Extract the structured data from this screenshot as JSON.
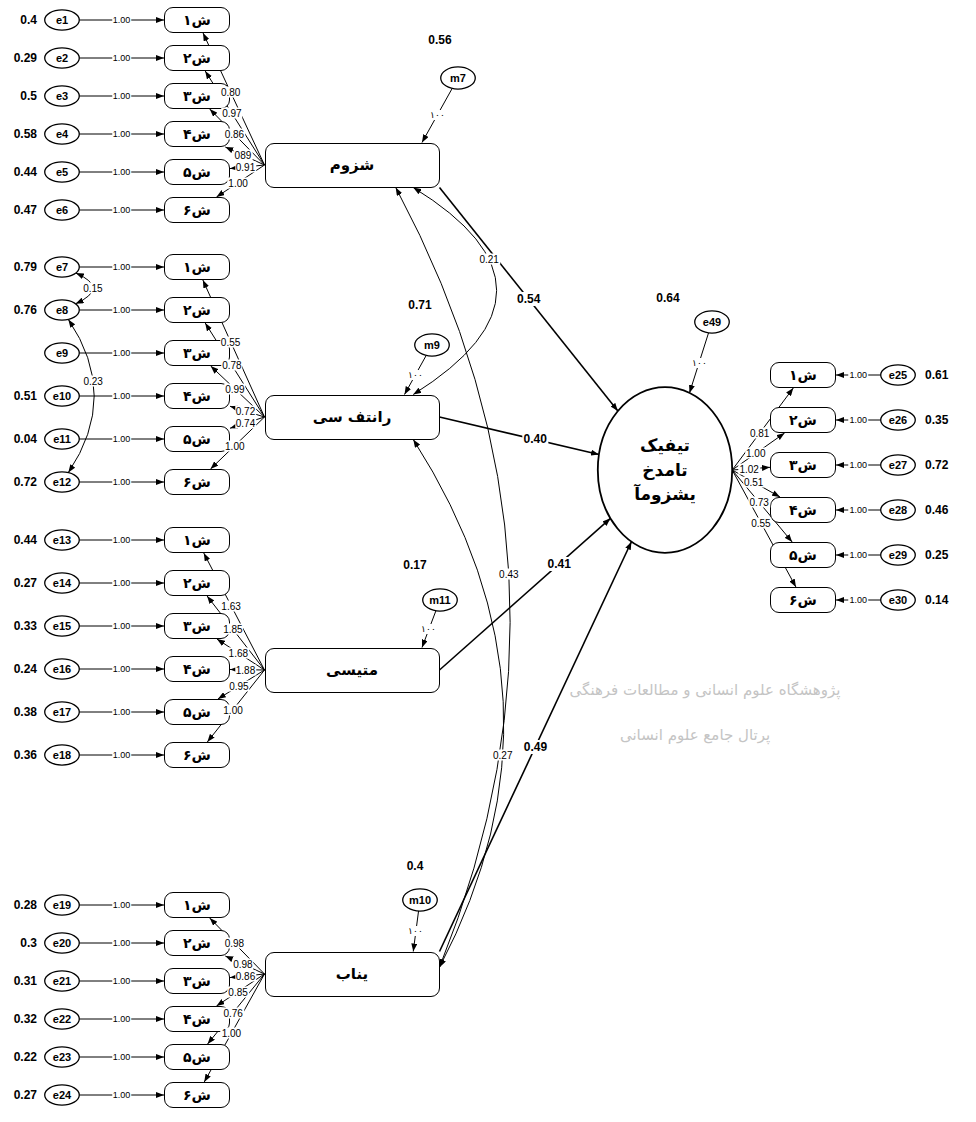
{
  "diagram": {
    "nodes": [
      {
        "text": [
          "e1"
        ]
      },
      {
        "text": [
          "e2"
        ]
      },
      {
        "text": [
          "e3"
        ]
      },
      {
        "text": [
          "e4"
        ]
      },
      {
        "text": [
          "e5"
        ]
      },
      {
        "text": [
          "e6"
        ]
      },
      {
        "text": [
          "e7"
        ]
      },
      {
        "text": [
          "e8"
        ]
      },
      {
        "text": [
          "e9"
        ]
      },
      {
        "text": [
          "e10"
        ]
      },
      {
        "text": [
          "e11"
        ]
      },
      {
        "text": [
          "e12"
        ]
      },
      {
        "text": [
          "e13"
        ]
      },
      {
        "text": [
          "e14"
        ]
      },
      {
        "text": [
          "e15"
        ]
      },
      {
        "text": [
          "e16"
        ]
      },
      {
        "text": [
          "e17"
        ]
      },
      {
        "text": [
          "e18"
        ]
      },
      {
        "text": [
          "e19"
        ]
      },
      {
        "text": [
          "e20"
        ]
      },
      {
        "text": [
          "e21"
        ]
      },
      {
        "text": [
          "e22"
        ]
      },
      {
        "text": [
          "e23"
        ]
      },
      {
        "text": [
          "e24"
        ]
      },
      {
        "text": [
          "ش۱"
        ]
      },
      {
        "text": [
          "ش۲"
        ]
      },
      {
        "text": [
          "ش۳"
        ]
      },
      {
        "text": [
          "ش۴"
        ]
      },
      {
        "text": [
          "ش۵"
        ]
      },
      {
        "text": [
          "ش۶"
        ]
      },
      {
        "text": [
          "ش۱"
        ]
      },
      {
        "text": [
          "ش۲"
        ]
      },
      {
        "text": [
          "ش۳"
        ]
      },
      {
        "text": [
          "ش۴"
        ]
      },
      {
        "text": [
          "ش۵"
        ]
      },
      {
        "text": [
          "ش۶"
        ]
      },
      {
        "text": [
          "ش۱"
        ]
      },
      {
        "text": [
          "ش۲"
        ]
      },
      {
        "text": [
          "ش۳"
        ]
      },
      {
        "text": [
          "ش۴"
        ]
      },
      {
        "text": [
          "ش۵"
        ]
      },
      {
        "text": [
          "ش۶"
        ]
      },
      {
        "text": [
          "ش۱"
        ]
      },
      {
        "text": [
          "ش۲"
        ]
      },
      {
        "text": [
          "ش۳"
        ]
      },
      {
        "text": [
          "ش۴"
        ]
      },
      {
        "text": [
          "ش۵"
        ]
      },
      {
        "text": [
          "ش۶"
        ]
      },
      {
        "text": [
          "m7"
        ]
      },
      {
        "text": [
          "شزوم"
        ]
      },
      {
        "text": [
          "m9"
        ]
      },
      {
        "text": [
          "رانتف سی"
        ]
      },
      {
        "text": [
          "m11"
        ]
      },
      {
        "text": [
          "متیسی"
        ]
      },
      {
        "text": [
          "m10"
        ]
      },
      {
        "text": [
          "یناب"
        ]
      },
      {
        "text": [
          "e49"
        ]
      },
      {
        "text": [
          "تیفیک تامدخ یشزومآ"
        ]
      },
      {
        "text": [
          "ش۱"
        ]
      },
      {
        "text": [
          "ش۲"
        ]
      },
      {
        "text": [
          "ش۳"
        ]
      },
      {
        "text": [
          "ش۴"
        ]
      },
      {
        "text": [
          "ش۵"
        ]
      },
      {
        "text": [
          "ش۶"
        ]
      },
      {
        "text": [
          "e25"
        ]
      },
      {
        "text": [
          "e26"
        ]
      },
      {
        "text": [
          "e27"
        ]
      },
      {
        "text": [
          "e28"
        ]
      },
      {
        "text": [
          "e29"
        ]
      },
      {
        "text": [
          "e30"
        ]
      }
    ],
    "edges": [
      {
        "from": 0,
        "to": 24,
        "arrow": "to",
        "label": "1.00"
      },
      {
        "from": 1,
        "to": 25,
        "arrow": "to",
        "label": "1.00"
      },
      {
        "from": 2,
        "to": 26,
        "arrow": "to",
        "label": "1.00"
      },
      {
        "from": 3,
        "to": 27,
        "arrow": "to",
        "label": "1.00"
      },
      {
        "from": 4,
        "to": 28,
        "arrow": "to",
        "label": "1.00"
      },
      {
        "from": 5,
        "to": 29,
        "arrow": "to",
        "label": "1.00"
      },
      {
        "from": 6,
        "to": 30,
        "arrow": "to",
        "label": "1.00"
      },
      {
        "from": 7,
        "to": 31,
        "arrow": "to",
        "label": "1.00"
      },
      {
        "from": 8,
        "to": 32,
        "arrow": "to",
        "label": "1.00"
      },
      {
        "from": 9,
        "to": 33,
        "arrow": "to",
        "label": "1.00"
      },
      {
        "from": 10,
        "to": 34,
        "arrow": "to",
        "label": "1.00"
      },
      {
        "from": 11,
        "to": 35,
        "arrow": "to",
        "label": "1.00"
      },
      {
        "from": 12,
        "to": 36,
        "arrow": "to",
        "label": "1.00"
      },
      {
        "from": 13,
        "to": 37,
        "arrow": "to",
        "label": "1.00"
      },
      {
        "from": 14,
        "to": 38,
        "arrow": "to",
        "label": "1.00"
      },
      {
        "from": 15,
        "to": 39,
        "arrow": "to",
        "label": "1.00"
      },
      {
        "from": 16,
        "to": 40,
        "arrow": "to",
        "label": "1.00"
      },
      {
        "from": 17,
        "to": 41,
        "arrow": "to",
        "label": "1.00"
      },
      {
        "from": 18,
        "to": 42,
        "arrow": "to",
        "label": "1.00"
      },
      {
        "from": 19,
        "to": 43,
        "arrow": "to",
        "label": "1.00"
      },
      {
        "from": 20,
        "to": 44,
        "arrow": "to",
        "label": "1.00"
      },
      {
        "from": 21,
        "to": 45,
        "arrow": "to",
        "label": "1.00"
      },
      {
        "from": 22,
        "to": 46,
        "arrow": "to",
        "label": "1.00"
      },
      {
        "from": 23,
        "to": 47,
        "arrow": "to",
        "label": "1.00"
      },
      {
        "from": 49,
        "to": 24,
        "arrow": "to",
        "label": "0.80"
      },
      {
        "from": 49,
        "to": 25,
        "arrow": "to",
        "label": "0.97"
      },
      {
        "from": 49,
        "to": 26,
        "arrow": "to",
        "label": "0.86"
      },
      {
        "from": 49,
        "to": 27,
        "arrow": "to",
        "label": "089"
      },
      {
        "from": 49,
        "to": 28,
        "arrow": "to",
        "label": "0.91"
      },
      {
        "from": 49,
        "to": 29,
        "arrow": "to",
        "label": "1.00"
      },
      {
        "from": 51,
        "to": 30,
        "arrow": "to",
        "label": "0.55"
      },
      {
        "from": 51,
        "to": 31,
        "arrow": "to",
        "label": "0.78"
      },
      {
        "from": 51,
        "to": 32,
        "arrow": "to",
        "label": "0.99"
      },
      {
        "from": 51,
        "to": 33,
        "arrow": "to",
        "label": "0.72"
      },
      {
        "from": 51,
        "to": 34,
        "arrow": "to",
        "label": "0.74"
      },
      {
        "from": 51,
        "to": 35,
        "arrow": "to",
        "label": "1.00"
      },
      {
        "from": 53,
        "to": 36,
        "arrow": "to",
        "label": "1.63"
      },
      {
        "from": 53,
        "to": 37,
        "arrow": "to",
        "label": "1.85"
      },
      {
        "from": 53,
        "to": 38,
        "arrow": "to",
        "label": "1.68"
      },
      {
        "from": 53,
        "to": 39,
        "arrow": "to",
        "label": "1.88"
      },
      {
        "from": 53,
        "to": 40,
        "arrow": "to",
        "label": "0.95"
      },
      {
        "from": 53,
        "to": 41,
        "arrow": "to",
        "label": "1.00"
      },
      {
        "from": 55,
        "to": 42,
        "arrow": "to",
        "label": "0.98"
      },
      {
        "from": 55,
        "to": 43,
        "arrow": "to",
        "label": "0.98"
      },
      {
        "from": 55,
        "to": 44,
        "arrow": "to",
        "label": "0.86"
      },
      {
        "from": 55,
        "to": 45,
        "arrow": "to",
        "label": "0.85"
      },
      {
        "from": 55,
        "to": 46,
        "arrow": "to",
        "label": "0.76"
      },
      {
        "from": 55,
        "to": 47,
        "arrow": "to",
        "label": "1.00"
      },
      {
        "from": 48,
        "to": 49,
        "arrow": "to",
        "label": "۱۰۰"
      },
      {
        "from": 50,
        "to": 51,
        "arrow": "to",
        "label": "۱۰۰"
      },
      {
        "from": 52,
        "to": 53,
        "arrow": "to",
        "label": "۱۰۰"
      },
      {
        "from": 54,
        "to": 55,
        "arrow": "to",
        "label": "۱۰۰"
      },
      {
        "from": 49,
        "to": 57,
        "arrow": "to",
        "label": "0.54"
      },
      {
        "from": 51,
        "to": 57,
        "arrow": "to",
        "label": "0.40"
      },
      {
        "from": 53,
        "to": 57,
        "arrow": "to",
        "label": "0.41"
      },
      {
        "from": 55,
        "to": 57,
        "arrow": "to",
        "label": "0.49"
      },
      {
        "from": 49,
        "to": 51,
        "arrow": "both",
        "label": "0.21"
      },
      {
        "from": 49,
        "to": 55,
        "arrow": "both",
        "label": "0.43"
      },
      {
        "from": 51,
        "to": 55,
        "arrow": "both",
        "label": "0.27"
      },
      {
        "from": 6,
        "to": 7,
        "arrow": "both",
        "label": "0.15"
      },
      {
        "from": 7,
        "to": 11,
        "arrow": "both",
        "label": "0.23"
      },
      {
        "from": 56,
        "to": 57,
        "arrow": "to",
        "label": "۱۰۰"
      },
      {
        "from": 57,
        "to": 58,
        "arrow": "to",
        "label": "0.81"
      },
      {
        "from": 57,
        "to": 59,
        "arrow": "to",
        "label": "1.00"
      },
      {
        "from": 57,
        "to": 60,
        "arrow": "to",
        "label": "1.02"
      },
      {
        "from": 57,
        "to": 61,
        "arrow": "to",
        "label": "0.51"
      },
      {
        "from": 57,
        "to": 62,
        "arrow": "to",
        "label": "0.73"
      },
      {
        "from": 57,
        "to": 63,
        "arrow": "to",
        "label": "0.55"
      },
      {
        "from": 64,
        "to": 58,
        "arrow": "to",
        "label": "1.00"
      },
      {
        "from": 65,
        "to": 59,
        "arrow": "to",
        "label": "1.00"
      },
      {
        "from": 66,
        "to": 60,
        "arrow": "to",
        "label": "1.00"
      },
      {
        "from": 67,
        "to": 61,
        "arrow": "to",
        "label": "1.00"
      },
      {
        "from": 68,
        "to": 62,
        "arrow": "to",
        "label": "1.00"
      },
      {
        "from": 69,
        "to": 63,
        "arrow": "to",
        "label": "1.00"
      }
    ],
    "labels": [
      "0.4",
      "0.29",
      "0.5",
      "0.58",
      "0.44",
      "0.47",
      "0.79",
      "0.76",
      "0.51",
      "0.04",
      "0.72",
      "0.44",
      "0.27",
      "0.33",
      "0.24",
      "0.38",
      "0.36",
      "0.28",
      "0.3",
      "0.31",
      "0.32",
      "0.22",
      "0.27",
      "0.56",
      "0.71",
      "0.17",
      "0.4",
      "0.64",
      "0.61",
      "0.35",
      "0.72",
      "0.46",
      "0.25",
      "0.14",
      "پژوهشگاه علوم انسانی و مطالعات فرهنگی",
      "پرتال جامع علوم انسانی"
    ]
  }
}
